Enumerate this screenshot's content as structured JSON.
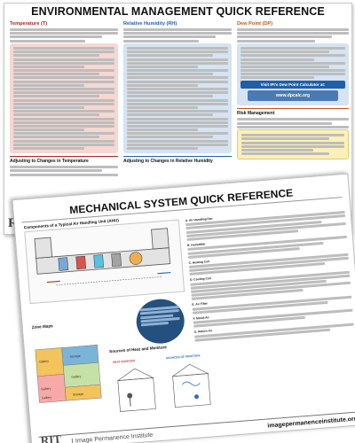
{
  "back_poster": {
    "title": "ENVIRONMENTAL MANAGEMENT QUICK REFERENCE",
    "columns": {
      "temperature": {
        "heading": "Temperature (T)"
      },
      "relative_humidity": {
        "heading": "Relative Humidity (RH)"
      },
      "dew_point": {
        "heading": "Dew Point (DP)"
      }
    },
    "sections": {
      "adjusting_temperature": "Adjusting to Changes in Temperature",
      "adjusting_rh": "Adjusting to Changes in Relative Humidity",
      "risk_management": "Risk Management"
    },
    "dew_point_panel": {
      "calculator_label": "Visit IPI's Dew Point Calculator at:",
      "url": "www.dpcalc.org"
    },
    "logo": "RIT"
  },
  "front_poster": {
    "title": "MECHANICAL SYSTEM QUICK REFERENCE",
    "subheads": {
      "ahu": "Components of a Typical Air Handling Unit (AHU)",
      "zone_maps": "Zone Maps",
      "sources": "Sources of Heat and Moisture"
    },
    "steps": [
      {
        "id": "A.",
        "label": "Air Handling Fan"
      },
      {
        "id": "B.",
        "label": "Humidifier"
      },
      {
        "id": "C.",
        "label": "Heating Coil"
      },
      {
        "id": "D.",
        "label": "Cooling Coil"
      },
      {
        "id": "E.",
        "label": "Air Filter"
      },
      {
        "id": "F.",
        "label": "Mixed Air"
      },
      {
        "id": "G.",
        "label": "Return Air"
      }
    ],
    "zone_labels": [
      "Gallery",
      "Storage",
      "Gallery",
      "Gallery",
      "Storage",
      "Gallery"
    ],
    "source_labels": [
      "HEAT SOURCES",
      "SOURCES OF MOISTURE"
    ],
    "footer": {
      "logo": "RIT",
      "institute": "Image Permanence Institute",
      "url": "imagepermanenceinstitute.org"
    }
  }
}
